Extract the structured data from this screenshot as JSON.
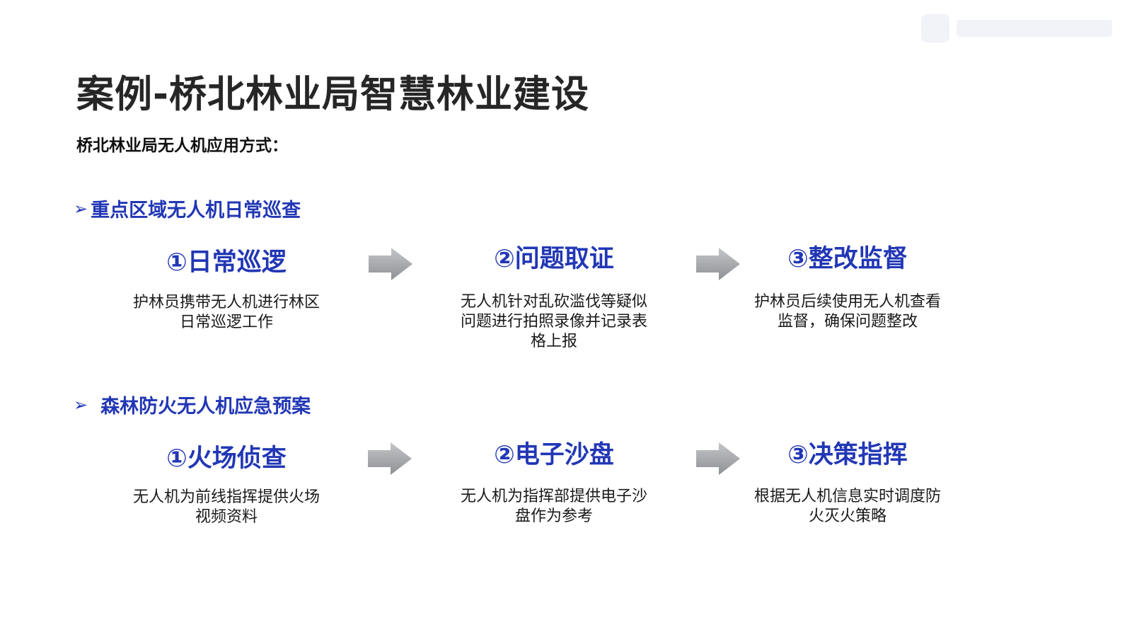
{
  "title": "案例-桥北林业局智慧林业建设",
  "subtitle": "桥北林业局无人机应用方式：",
  "sections": [
    {
      "heading": "重点区域无人机日常巡查",
      "steps": [
        {
          "title": "①日常巡逻",
          "desc": "护林员携带无人机进行林区日常巡逻工作"
        },
        {
          "title": "②问题取证",
          "desc": "无人机针对乱砍滥伐等疑似问题进行拍照录像并记录表格上报"
        },
        {
          "title": "③整改监督",
          "desc": "护林员后续使用无人机查看监督，确保问题整改"
        }
      ]
    },
    {
      "heading": "森林防火无人机应急预案",
      "steps": [
        {
          "title": "①火场侦查",
          "desc": "无人机为前线指挥提供火场视频资料"
        },
        {
          "title": "②电子沙盘",
          "desc": "无人机为指挥部提供电子沙盘作为参考"
        },
        {
          "title": "③决策指挥",
          "desc": "根据无人机信息实时调度防火灭火策略"
        }
      ]
    }
  ],
  "icons": {
    "bullet": "arrowhead-bullet-icon",
    "flow": "right-arrow-icon",
    "logo": "brand-logo-watermark"
  },
  "colors": {
    "accent_blue": "#2237b5",
    "title_dark": "#262626",
    "arrow_gray": "#a9abaf"
  }
}
